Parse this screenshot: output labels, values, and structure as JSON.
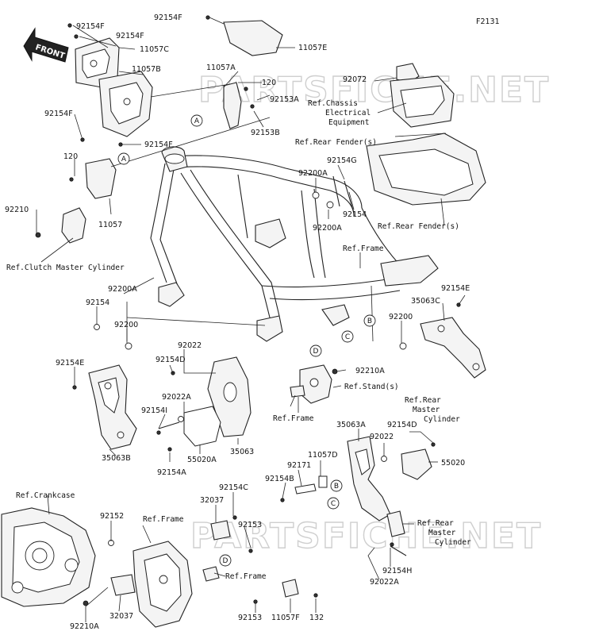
{
  "figure_code": "F2131",
  "watermark": "PARTSFICHE.NET",
  "front_label": "FRONT",
  "callouts": [
    "A",
    "B",
    "C",
    "D"
  ],
  "part_labels": {
    "p92154F_a": "92154F",
    "p92154F_b": "92154F",
    "p92154F_c": "92154F",
    "p92154F_d": "92154F",
    "p92154F_e": "92154F",
    "p11057C": "11057C",
    "p11057B": "11057B",
    "p11057A": "11057A",
    "p11057E": "11057E",
    "p11057": "11057",
    "p120_a": "120",
    "p120_b": "120",
    "p92153A": "92153A",
    "p92153B": "92153B",
    "p92072": "92072",
    "p92210": "92210",
    "p92200A_a": "92200A",
    "p92154G": "92154G",
    "p92154_a": "92154",
    "p92200A_b": "92200A",
    "p92200A_c": "92200A",
    "p92154_b": "92154",
    "p92200_a": "92200",
    "p92154E_a": "92154E",
    "p35063C": "35063C",
    "p92200_b": "92200",
    "p92154E_b": "92154E",
    "p92022_a": "92022",
    "p92154D_a": "92154D",
    "p92022A_a": "92022A",
    "p92154I": "92154I",
    "p35063B": "35063B",
    "p55020A": "55020A",
    "p35063": "35063",
    "p92154A": "92154A",
    "p92210A_a": "92210A",
    "p35063A": "35063A",
    "p92022_b": "92022",
    "p92154D_b": "92154D",
    "p55020": "55020",
    "p11057D": "11057D",
    "p92171": "92171",
    "p92154B": "92154B",
    "p92154C": "92154C",
    "p32037_a": "32037",
    "p92152": "92152",
    "p92153_a": "92153",
    "p92154H": "92154H",
    "p92022A_b": "92022A",
    "p92210A_b": "92210A",
    "p32037_b": "32037",
    "p92153_b": "92153",
    "p11057F": "11057F",
    "p132": "132"
  },
  "refs": {
    "chassis_1": "Ref.Chassis",
    "chassis_2": "Electrical",
    "chassis_3": "Equipment",
    "rear_fender_1": "Ref.Rear Fender(s)",
    "rear_fender_2": "Ref.Rear Fender(s)",
    "clutch": "Ref.Clutch Master Cylinder",
    "frame_1": "Ref.Frame",
    "frame_2": "Ref.Frame",
    "frame_3": "Ref.Frame",
    "frame_4": "Ref.Frame",
    "stand": "Ref.Stand(s)",
    "rear_master_a1": "Ref.Rear",
    "rear_master_a2": "Master",
    "rear_master_a3": "Cylinder",
    "rear_master_b1": "Ref.Rear",
    "rear_master_b2": "Master",
    "rear_master_b3": "Cylinder",
    "crankcase": "Ref.Crankcase"
  }
}
